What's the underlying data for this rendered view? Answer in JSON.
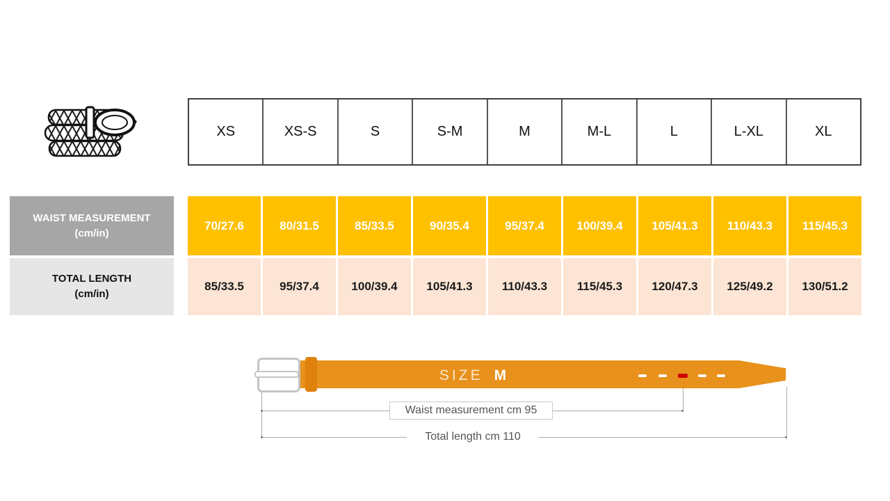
{
  "product_icon": {
    "name": "braided-belt-image"
  },
  "size_table": {
    "sizes": [
      "XS",
      "XS-S",
      "S",
      "S-M",
      "M",
      "M-L",
      "L",
      "L-XL",
      "XL"
    ],
    "rows": [
      {
        "label": "WAIST MEASUREMENT",
        "unit": "(cm/in)",
        "values": [
          "70/27.6",
          "80/31.5",
          "85/33.5",
          "90/35.4",
          "95/37.4",
          "100/39.4",
          "105/41.3",
          "110/43.3",
          "115/45.3"
        ]
      },
      {
        "label": "TOTAL LENGTH",
        "unit": "(cm/in)",
        "values": [
          "85/33.5",
          "95/37.4",
          "100/39.4",
          "105/41.3",
          "110/43.3",
          "115/45.3",
          "120/47.3",
          "125/49.2",
          "130/51.2"
        ]
      }
    ]
  },
  "belt_diagram": {
    "size_word": "SIZE",
    "size_value": "M",
    "waist_annotation": "Waist measurement cm 95",
    "total_annotation": "Total length cm 110"
  },
  "colors": {
    "gold": "#FFC000",
    "peach": "#FCE5D4",
    "label_dark_gray": "#A6A6A6",
    "label_light_gray": "#E7E6E6",
    "belt_orange": "#E8911C",
    "loop_orange": "#DF820D",
    "hole_red": "#CC0000",
    "buckle_gray": "#C4C4C4",
    "annotation_gray": "#595959"
  }
}
